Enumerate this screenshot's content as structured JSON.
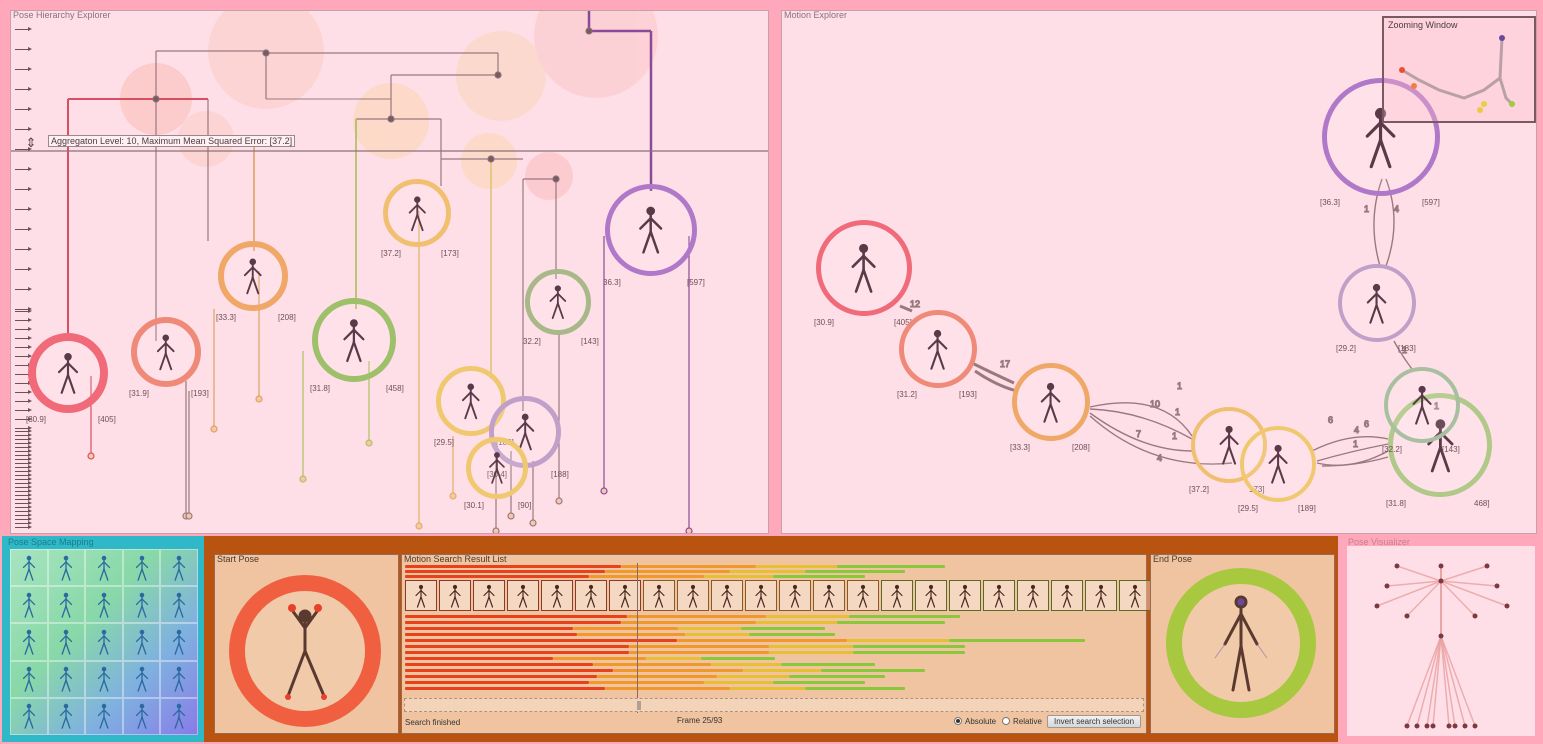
{
  "hierarchy": {
    "title": "Pose Hierarchy Explorer",
    "tooltip": "Aggregaton Level: 10, Maximum Mean Squared Error: [37.2]",
    "nodes": [
      {
        "left": "[30.9]",
        "right": "[405]",
        "color": "#f06a7a"
      },
      {
        "left": "[31.9]",
        "right": "[193]",
        "color": "#f08a78"
      },
      {
        "left": "[33.3]",
        "right": "[208]",
        "color": "#f0a868"
      },
      {
        "left": "[31.8]",
        "right": "[458]",
        "color": "#9ec06a"
      },
      {
        "left": "[37.2]",
        "right": "[173]",
        "color": "#f0c070"
      },
      {
        "left": "[29.5]",
        "right": "[189]",
        "color": "#f0c870"
      },
      {
        "left": "[30.4]",
        "right": "[188]",
        "color": "#c0a0c8"
      },
      {
        "left": "[30.1]",
        "right": "[90]",
        "color": "#f0c870"
      },
      {
        "left": "32.2]",
        "right": "[143]",
        "color": "#a8b888"
      },
      {
        "left": "36.3]",
        "right": "[597]",
        "color": "#b078c8"
      }
    ]
  },
  "motion": {
    "title": "Motion Explorer",
    "zoom_title": "Zooming Window",
    "nodes": [
      {
        "left": "[30.9]",
        "right": "[405]",
        "color": "#f06a7a"
      },
      {
        "left": "[31.2]",
        "right": "[193]",
        "color": "#f08a78"
      },
      {
        "left": "[33.3]",
        "right": "[208]",
        "color": "#f0a868"
      },
      {
        "left": "[37.2]",
        "right": "173]",
        "color": "#f0c070"
      },
      {
        "left": "[29.5]",
        "right": "[189]",
        "color": "#f0c870"
      },
      {
        "left": "[29.2]",
        "right": "[183]",
        "color": "#c0a0c8"
      },
      {
        "left": "[36.3]",
        "right": "[597]",
        "color": "#b078c8"
      },
      {
        "left": "[31.8]",
        "right": "468]",
        "color": "#b0c888"
      },
      {
        "left": "[32.2]",
        "right": "[143]",
        "color": "#a8c0a0"
      }
    ],
    "edge_labels": [
      "12",
      "17",
      "10",
      "1",
      "1",
      "7",
      "1",
      "4",
      "6",
      "6",
      "4",
      "1",
      "1",
      "4",
      "1",
      "1"
    ]
  },
  "start_pose": {
    "title": "Start Pose",
    "ring_color": "#f06040"
  },
  "end_pose": {
    "title": "End Pose",
    "ring_color": "#a8c840"
  },
  "result_list": {
    "title": "Motion Search Result List",
    "status": "Search finished",
    "frame": "Frame 25/93",
    "opt_absolute": "Absolute",
    "opt_relative": "Relative",
    "invert_button": "Invert search selection",
    "bar_colors": [
      "#e8421c",
      "#f0982a",
      "#e6c030",
      "#88c83a"
    ]
  },
  "mapping": {
    "title": "Pose Space Mapping"
  },
  "pose_viewer": {
    "title": "Pose Visualizer"
  }
}
